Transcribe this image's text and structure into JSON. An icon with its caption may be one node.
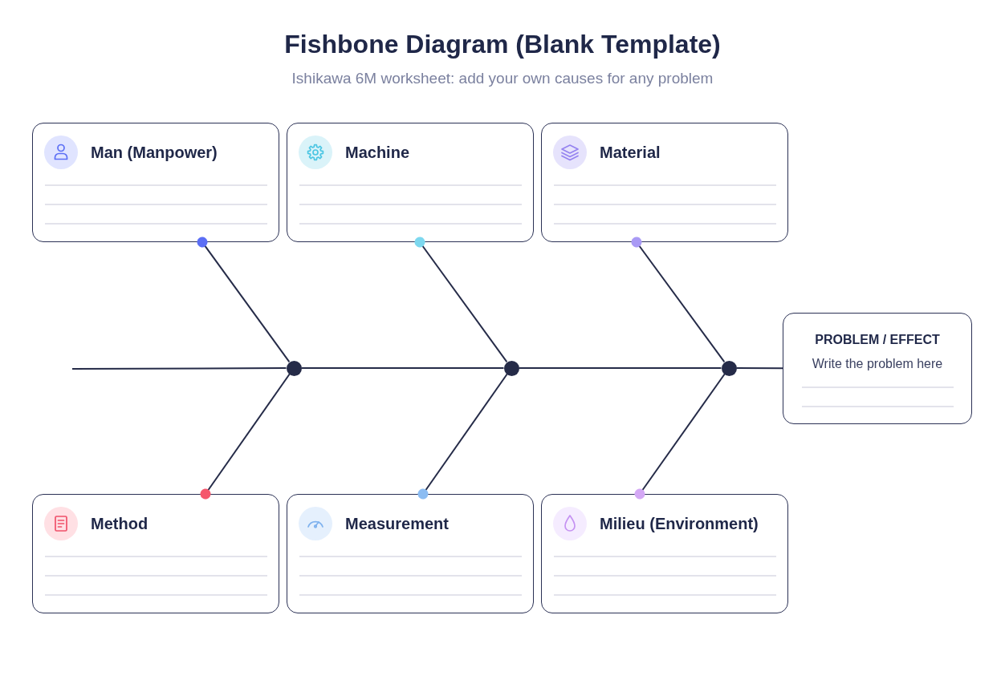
{
  "diagram": {
    "title": "Fishbone Diagram (Blank Template)",
    "nodes": [
      {
        "text": [
          "Man (Manpower)"
        ]
      },
      {
        "text": [
          "Machine"
        ]
      },
      {
        "text": [
          "Material"
        ]
      },
      {
        "text": [],
        "shape": "circle"
      },
      {
        "text": [],
        "shape": "circle"
      },
      {
        "text": [],
        "shape": "circle"
      },
      {
        "text": [
          "PROBLEM / EFFECT",
          "Write the problem here"
        ]
      },
      {
        "text": [
          "Method"
        ]
      },
      {
        "text": [
          "Measurement"
        ]
      },
      {
        "text": [
          "Milieu (Environment)"
        ]
      }
    ],
    "edges": [
      {
        "from": null,
        "to": 3,
        "arrow": "none"
      },
      {
        "from": 3,
        "to": 4,
        "arrow": "none"
      },
      {
        "from": 4,
        "to": 5,
        "arrow": "none"
      },
      {
        "from": 5,
        "to": 6,
        "arrow": "none"
      },
      {
        "from": 0,
        "to": 3,
        "arrow": "other"
      },
      {
        "from": 1,
        "to": 4,
        "arrow": "other"
      },
      {
        "from": 2,
        "to": 5,
        "arrow": "other"
      },
      {
        "from": 7,
        "to": 3,
        "arrow": "other"
      },
      {
        "from": 8,
        "to": 4,
        "arrow": "other"
      },
      {
        "from": 9,
        "to": 5,
        "arrow": "other"
      }
    ],
    "labels": [
      "Ishikawa 6M worksheet: add your own causes for any problem"
    ]
  }
}
